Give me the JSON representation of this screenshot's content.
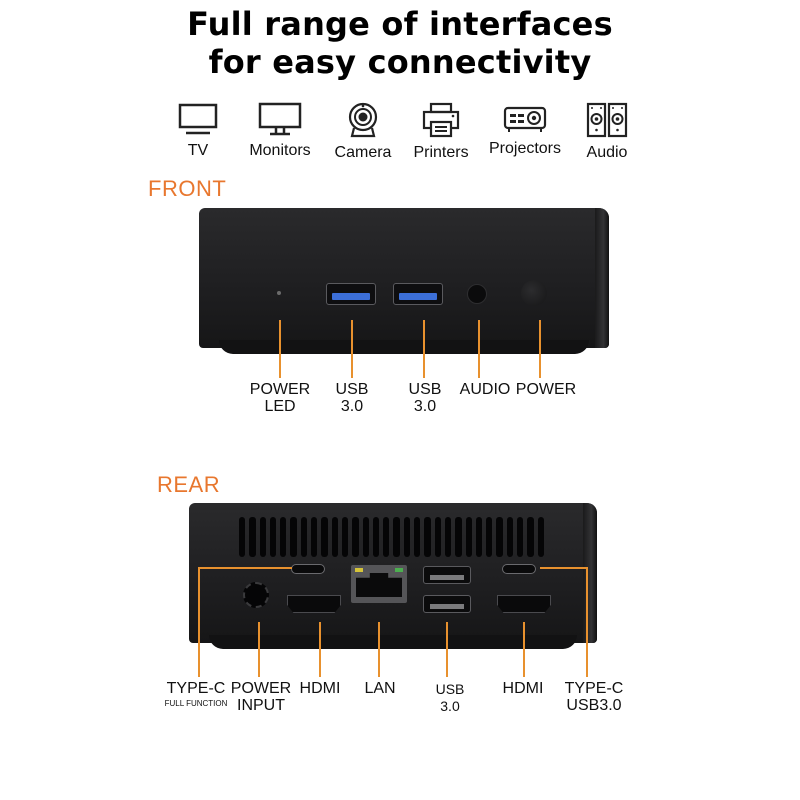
{
  "headline": {
    "line1": "Full range of interfaces",
    "line2": "for easy connectivity"
  },
  "devices": [
    {
      "label": "TV",
      "icon": "tv-icon"
    },
    {
      "label": "Monitors",
      "icon": "monitor-icon"
    },
    {
      "label": "Camera",
      "icon": "webcam-icon"
    },
    {
      "label": "Printers",
      "icon": "printer-icon"
    },
    {
      "label": "Projectors",
      "icon": "projector-icon"
    },
    {
      "label": "Audio",
      "icon": "speaker-icon"
    }
  ],
  "front": {
    "title": "FRONT",
    "ports": [
      {
        "line1": "POWER",
        "line2": "LED"
      },
      {
        "line1": "USB",
        "line2": "3.0"
      },
      {
        "line1": "USB",
        "line2": "3.0"
      },
      {
        "line1": "AUDIO",
        "line2": ""
      },
      {
        "line1": "POWER",
        "line2": ""
      }
    ]
  },
  "rear": {
    "title": "REAR",
    "ports": [
      {
        "line1": "TYPE-C",
        "line2": "FULL FUNCTION"
      },
      {
        "line1": "POWER",
        "line2": "INPUT"
      },
      {
        "line1": "HDMI",
        "line2": ""
      },
      {
        "line1": "LAN",
        "line2": ""
      },
      {
        "line1": "USB",
        "line2": "3.0"
      },
      {
        "line1": "HDMI",
        "line2": ""
      },
      {
        "line1": "TYPE-C",
        "line2": "USB3.0"
      }
    ]
  },
  "colors": {
    "section_title": "#e8772e",
    "callout_line": "#e8912e",
    "usb_blue": "#3c6fd8",
    "device_body": "#1e1e20"
  }
}
